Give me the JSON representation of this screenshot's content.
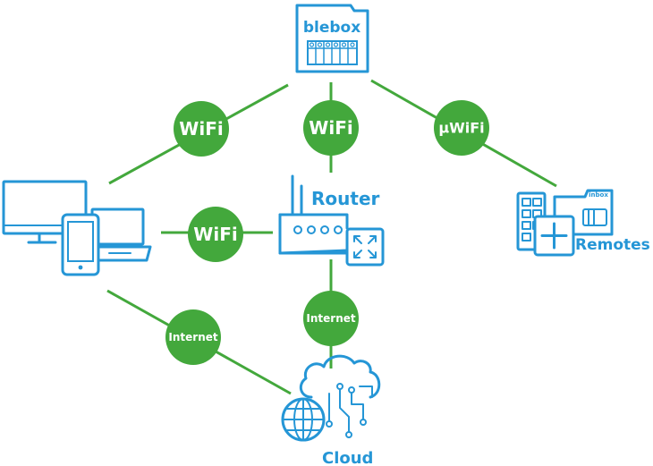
{
  "colors": {
    "device_blue": "#2596d6",
    "link_green": "#43a83c",
    "background": "#ffffff"
  },
  "nodes": {
    "blebox": {
      "logo_text": "blebox",
      "icon": "blebox-controller-icon"
    },
    "router": {
      "label": "Router",
      "icon": "router-icon"
    },
    "devices": {
      "icon": "devices-icon"
    },
    "remotes": {
      "label": "Remotes",
      "badge": "inbox",
      "icon": "remotes-icon"
    },
    "cloud": {
      "label": "Cloud",
      "icon": "cloud-globe-icon"
    }
  },
  "links": {
    "blebox_devices": "WiFi",
    "blebox_router": "WiFi",
    "blebox_remotes": "µWiFi",
    "devices_router": "WiFi",
    "devices_cloud": "Internet",
    "router_cloud": "Internet"
  }
}
